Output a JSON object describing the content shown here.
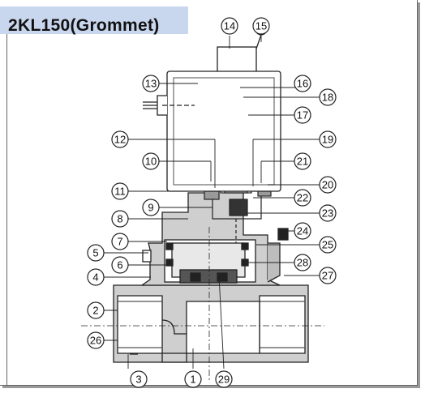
{
  "title": "2KL150(Grommet)",
  "colors": {
    "title_bg": "#c9d7ee",
    "body_fill": "#cfcfcf",
    "dark_fill": "#9a9a9a",
    "line": "#222222"
  },
  "callouts": [
    {
      "label": "1"
    },
    {
      "label": "2"
    },
    {
      "label": "3"
    },
    {
      "label": "4"
    },
    {
      "label": "5"
    },
    {
      "label": "6"
    },
    {
      "label": "7"
    },
    {
      "label": "8"
    },
    {
      "label": "9"
    },
    {
      "label": "10"
    },
    {
      "label": "11"
    },
    {
      "label": "12"
    },
    {
      "label": "13"
    },
    {
      "label": "14"
    },
    {
      "label": "15"
    },
    {
      "label": "16"
    },
    {
      "label": "17"
    },
    {
      "label": "18"
    },
    {
      "label": "19"
    },
    {
      "label": "20"
    },
    {
      "label": "21"
    },
    {
      "label": "22"
    },
    {
      "label": "23"
    },
    {
      "label": "24"
    },
    {
      "label": "25"
    },
    {
      "label": "26"
    },
    {
      "label": "27"
    },
    {
      "label": "28"
    },
    {
      "label": "29"
    }
  ]
}
